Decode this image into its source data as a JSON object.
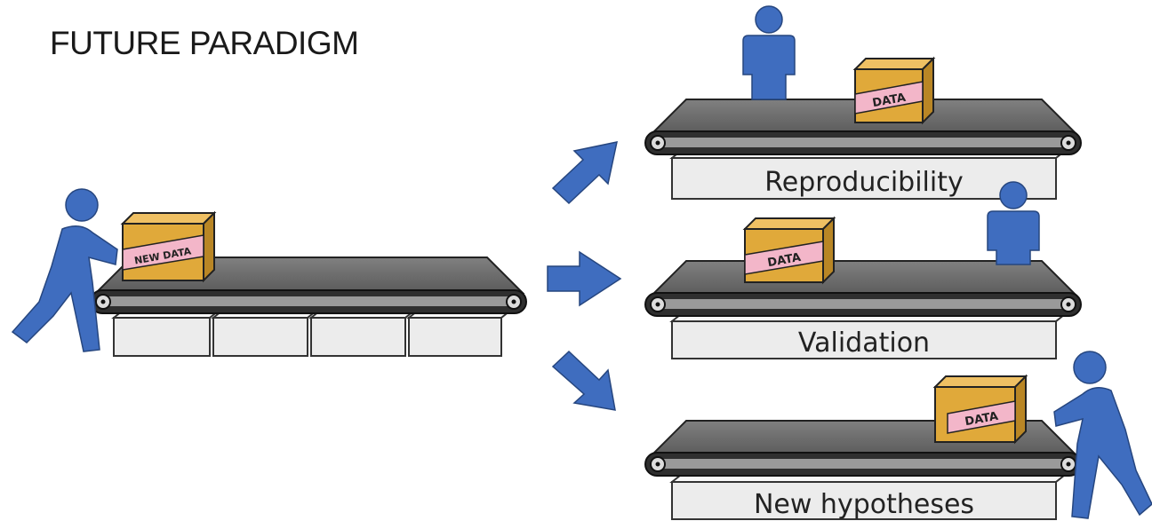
{
  "title": "FUTURE PARADIGM",
  "source_box_label": "NEW DATA",
  "box_label": "DATA",
  "outcomes": [
    {
      "label": "Reproducibility"
    },
    {
      "label": "Validation"
    },
    {
      "label": "New hypotheses"
    }
  ],
  "colors": {
    "person": "#3f6dbf",
    "arrow": "#3f6dbf",
    "box": "#e0a93a",
    "box_tape": "#f3b6c9",
    "belt_top": "#6b6b6b",
    "belt_side": "#2f2f2f",
    "support": "#ececec"
  }
}
